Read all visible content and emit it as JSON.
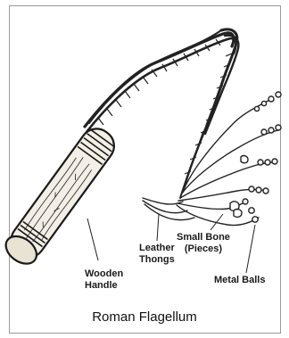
{
  "labels": {
    "wooden_handle": [
      "Wooden",
      "Handle"
    ],
    "leather_thongs": [
      "Leather",
      "Thongs"
    ],
    "small_bone": [
      "Small Bone",
      "(Pieces)"
    ],
    "metal_balls": "Metal Balls"
  },
  "caption": "Roman Flagellum"
}
